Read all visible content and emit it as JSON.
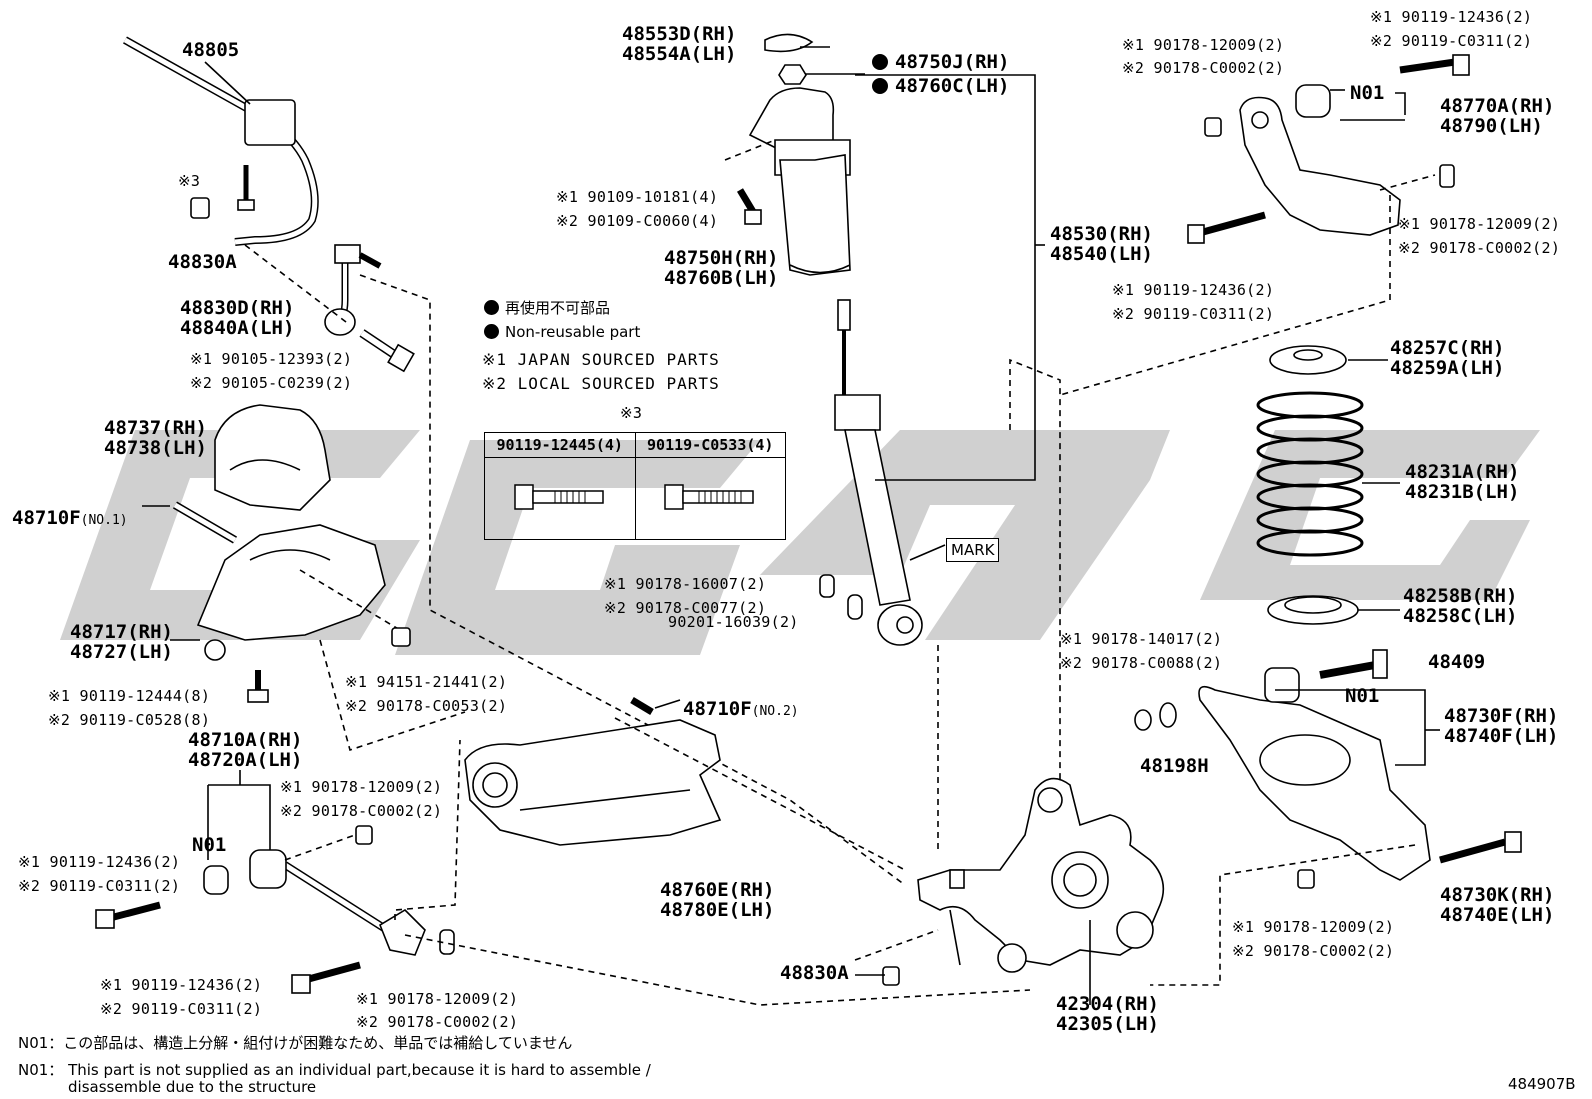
{
  "diagram_id": "484907B",
  "legend": {
    "nonreusable_jp": "再使用不可部品",
    "nonreusable_en": "Non-reusable part",
    "japan_sourced": "※1 JAPAN SOURCED PARTS",
    "local_sourced": "※2 LOCAL SOURCED PARTS"
  },
  "bolt_table": {
    "title": "※3",
    "col1": "90119-12445(4)",
    "col2": "90119-C0533(4)"
  },
  "labels": {
    "p48805": "48805",
    "x3": "※3",
    "p48830A_top": "48830A",
    "p48830D": "48830D(RH)",
    "p48840A": "48840A(LH)",
    "b90105_12393": "※1 90105-12393(2)",
    "b90105_C0239": "※2 90105-C0239(2)",
    "p48737": "48737(RH)",
    "p48738": "48738(LH)",
    "p48710F": "48710F",
    "p48710F_no1": "(NO.1)",
    "p48717": "48717(RH)",
    "p48727": "48727(LH)",
    "b90119_12444": "※1 90119-12444(8)",
    "b90119_C0528": "※2 90119-C0528(8)",
    "p48710A": "48710A(RH)",
    "p48720A": "48720A(LH)",
    "n01_left": "N01",
    "b90119_12436_L": "※1 90119-12436(2)",
    "b90119_C0311_L": "※2 90119-C0311(2)",
    "b90178_12009_L": "※1 90178-12009(2)",
    "b90178_C0002_L": "※2 90178-C0002(2)",
    "b90119_12436_B": "※1 90119-12436(2)",
    "b90119_C0311_B": "※2 90119-C0311(2)",
    "b90178_12009_B": "※1 90178-12009(2)",
    "b90178_C0002_B": "※2 90178-C0002(2)",
    "b94151_21441": "※1 94151-21441(2)",
    "b90178_C0053": "※2 90178-C0053(2)",
    "p48710F_2": "48710F",
    "p48710F_no2": "(NO.2)",
    "p48760E": "48760E(RH)",
    "p48780E": "48780E(LH)",
    "p48553D": "48553D(RH)",
    "p48554A": "48554A(LH)",
    "p48750J": "48750J(RH)",
    "p48760C": "48760C(LH)",
    "b90109_10181": "※1 90109-10181(4)",
    "b90109_C0060": "※2 90109-C0060(4)",
    "p48750H": "48750H(RH)",
    "p48760B": "48760B(LH)",
    "p48530": "48530(RH)",
    "p48540": "48540(LH)",
    "mark": "MARK",
    "b90178_16007": "※1 90178-16007(2)",
    "b90178_C0077": "※2 90178-C0077(2)",
    "b90201_16039": "90201-16039(2)",
    "p48830A_bot": "48830A",
    "b90119_12436_TR": "※1 90119-12436(2)",
    "b90119_C0311_TR": "※2 90119-C0311(2)",
    "b90178_12009_TR": "※1 90178-12009(2)",
    "b90178_C0002_TR": "※2 90178-C0002(2)",
    "n01_top": "N01",
    "p48770A": "48770A(RH)",
    "p48790": "48790(LH)",
    "b90178_12009_R2": "※1 90178-12009(2)",
    "b90178_C0002_R2": "※2 90178-C0002(2)",
    "b90119_12436_M": "※1 90119-12436(2)",
    "b90119_C0311_M": "※2 90119-C0311(2)",
    "p48257C": "48257C(RH)",
    "p48259A": "48259A(LH)",
    "p48231A": "48231A(RH)",
    "p48231B": "48231B(LH)",
    "p48258B": "48258B(RH)",
    "p48258C": "48258C(LH)",
    "b90178_14017": "※1 90178-14017(2)",
    "b90178_C0088": "※2 90178-C0088(2)",
    "p48409": "48409",
    "n01_right": "N01",
    "p48198H": "48198H",
    "p48730F": "48730F(RH)",
    "p48740F": "48740F(LH)",
    "p48730K": "48730K(RH)",
    "p48740E": "48740E(LH)",
    "b90178_12009_BR": "※1 90178-12009(2)",
    "b90178_C0002_BR": "※2 90178-C0002(2)",
    "p42304": "42304(RH)",
    "p42305": "42305(LH)"
  },
  "notes": {
    "n01_jp": "N01：この部品は、構造上分解・組付けが困難なため、単品では補給していません",
    "n01_en_1": "N01： This part is not supplied as an individual part,because it is hard to assemble /",
    "n01_en_2": "disassemble due to the structure"
  }
}
